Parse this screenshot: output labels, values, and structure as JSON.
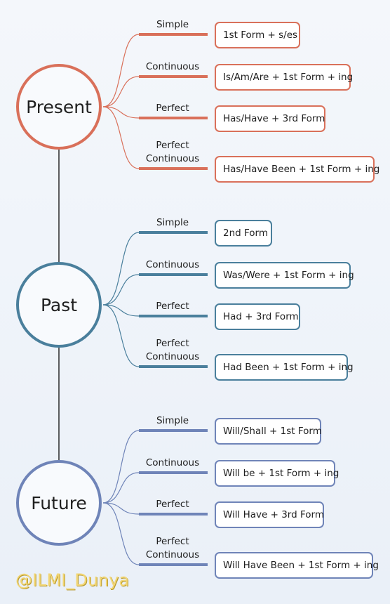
{
  "colors": {
    "present": "#d9705a",
    "past": "#4a7f9c",
    "future": "#6f84b8",
    "trunk": "#2a2a2a"
  },
  "tenses": [
    {
      "key": "present",
      "title": "Present",
      "forms": [
        {
          "label": "Simple",
          "formula": "1st Form + s/es"
        },
        {
          "label": "Continuous",
          "formula": "Is/Am/Are + 1st Form + ing"
        },
        {
          "label": "Perfect",
          "formula": "Has/Have + 3rd Form"
        },
        {
          "label": "Perfect\nContinuous",
          "formula": "Has/Have Been + 1st Form + ing"
        }
      ]
    },
    {
      "key": "past",
      "title": "Past",
      "forms": [
        {
          "label": "Simple",
          "formula": "2nd Form"
        },
        {
          "label": "Continuous",
          "formula": "Was/Were + 1st Form + ing"
        },
        {
          "label": "Perfect",
          "formula": "Had + 3rd Form"
        },
        {
          "label": "Perfect\nContinuous",
          "formula": "Had Been + 1st Form + ing"
        }
      ]
    },
    {
      "key": "future",
      "title": "Future",
      "forms": [
        {
          "label": "Simple",
          "formula": "Will/Shall + 1st Form"
        },
        {
          "label": "Continuous",
          "formula": "Will be + 1st Form + ing"
        },
        {
          "label": "Perfect",
          "formula": "Will Have + 3rd Form"
        },
        {
          "label": "Perfect\nContinuous",
          "formula": "Will Have Been + 1st Form + ing"
        }
      ]
    }
  ],
  "watermark": "@ILMI_Dunya"
}
